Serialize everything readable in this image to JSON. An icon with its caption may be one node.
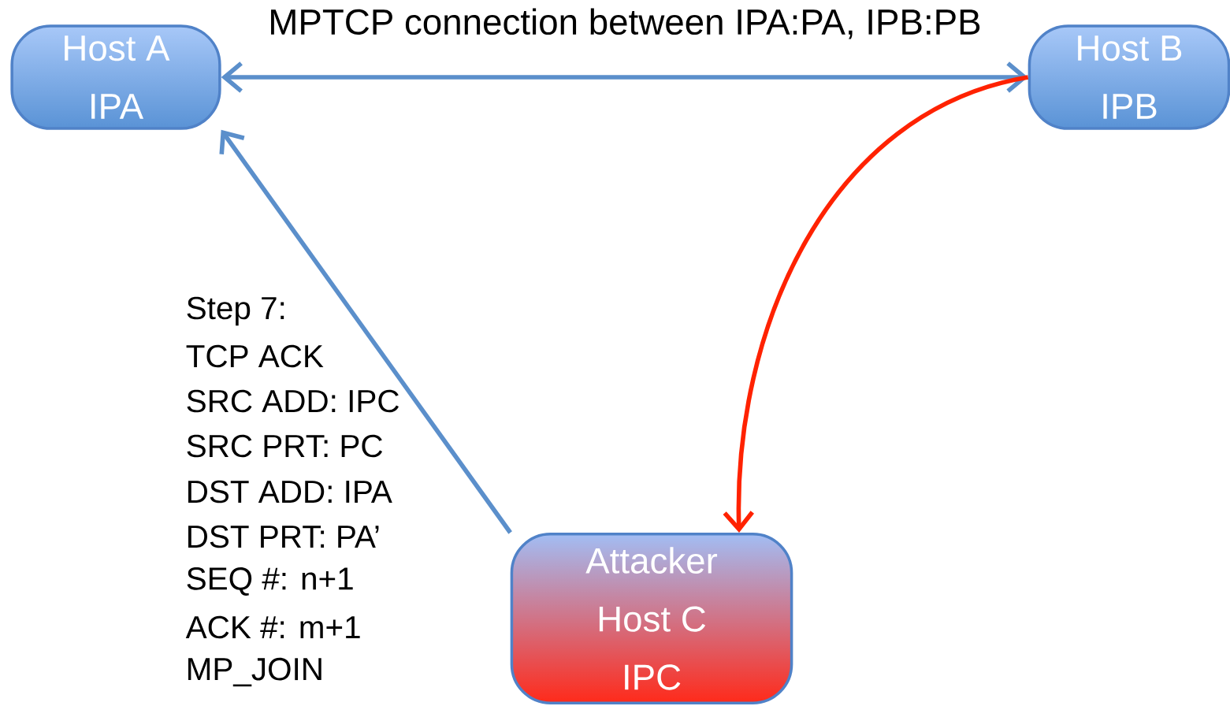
{
  "diagram": {
    "nodes": [
      {
        "text": [
          "Host A",
          "IPA"
        ]
      },
      {
        "text": [
          "Host B",
          "IPB"
        ]
      },
      {
        "text": [
          "Attacker",
          "Host C",
          "IPC"
        ]
      }
    ],
    "edges": [
      {
        "from": 0,
        "to": 1,
        "arrow": "both",
        "label": "MPTCP connection between IPA:PA, IPB:PB"
      },
      {
        "from": 2,
        "to": 0,
        "arrow": "to"
      },
      {
        "from": 1,
        "to": 2,
        "arrow": "to",
        "color": "#ff2200"
      }
    ],
    "labels": [
      "Step 7:",
      "TCP ACK",
      "SRC ADD: IPC",
      "SRC PRT: PC",
      "DST ADD: IPA",
      "DST PRT: PA’",
      "SEQ #: n+1",
      "ACK #: m+1",
      "MP_JOIN"
    ]
  }
}
